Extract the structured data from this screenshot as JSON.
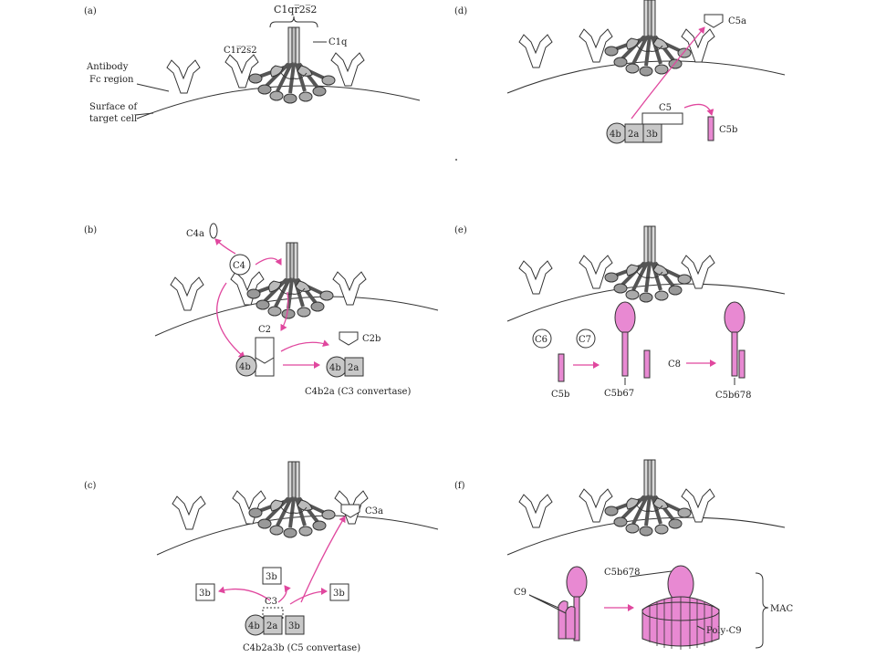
{
  "colors": {
    "accent": "#e0479e",
    "component_fill": "#e889d2",
    "grey_fill": "#c8c8c8",
    "line": "#333333"
  },
  "panels": {
    "a": {
      "label": "(a)",
      "complex_label": "C1qr̅2s̅2",
      "c1r2s2_label": "C1r̅2s̅2",
      "c1q_label": "C1q",
      "antibody_label_1": "Antibody",
      "antibody_label_2": "Fc region",
      "surface_label_1": "Surface of",
      "surface_label_2": "target cell"
    },
    "b": {
      "label": "(b)",
      "c4a": "C4a",
      "c4": "C4",
      "c2": "C2",
      "c2b": "C2b",
      "b4b": "4b",
      "b4b_2": "4b",
      "b2a": "2a",
      "caption": "C4b2a (C3 convertase)"
    },
    "c": {
      "label": "(c)",
      "c3a": "C3a",
      "b3b_top": "3b",
      "b3b_left": "3b",
      "b3b_right": "3b",
      "c3": "C3",
      "b4b": "4b",
      "b2a": "2a",
      "b3b": "3b",
      "caption": "C4b2a3b (C5 convertase)"
    },
    "d": {
      "label": "(d)",
      "c5a": "C5a",
      "c5": "C5",
      "c5b": "C5b",
      "b4b": "4b",
      "b2a": "2a",
      "b3b": "3b"
    },
    "e": {
      "label": "(e)",
      "c6": "C6",
      "c7": "C7",
      "c8": "C8",
      "c5b": "C5b",
      "c5b67": "C5b67",
      "c5b678": "C5b678"
    },
    "f": {
      "label": "(f)",
      "c9": "C9",
      "c5b678": "C5b678",
      "poly_c9": "Poly-C9",
      "mac": "MAC"
    }
  }
}
